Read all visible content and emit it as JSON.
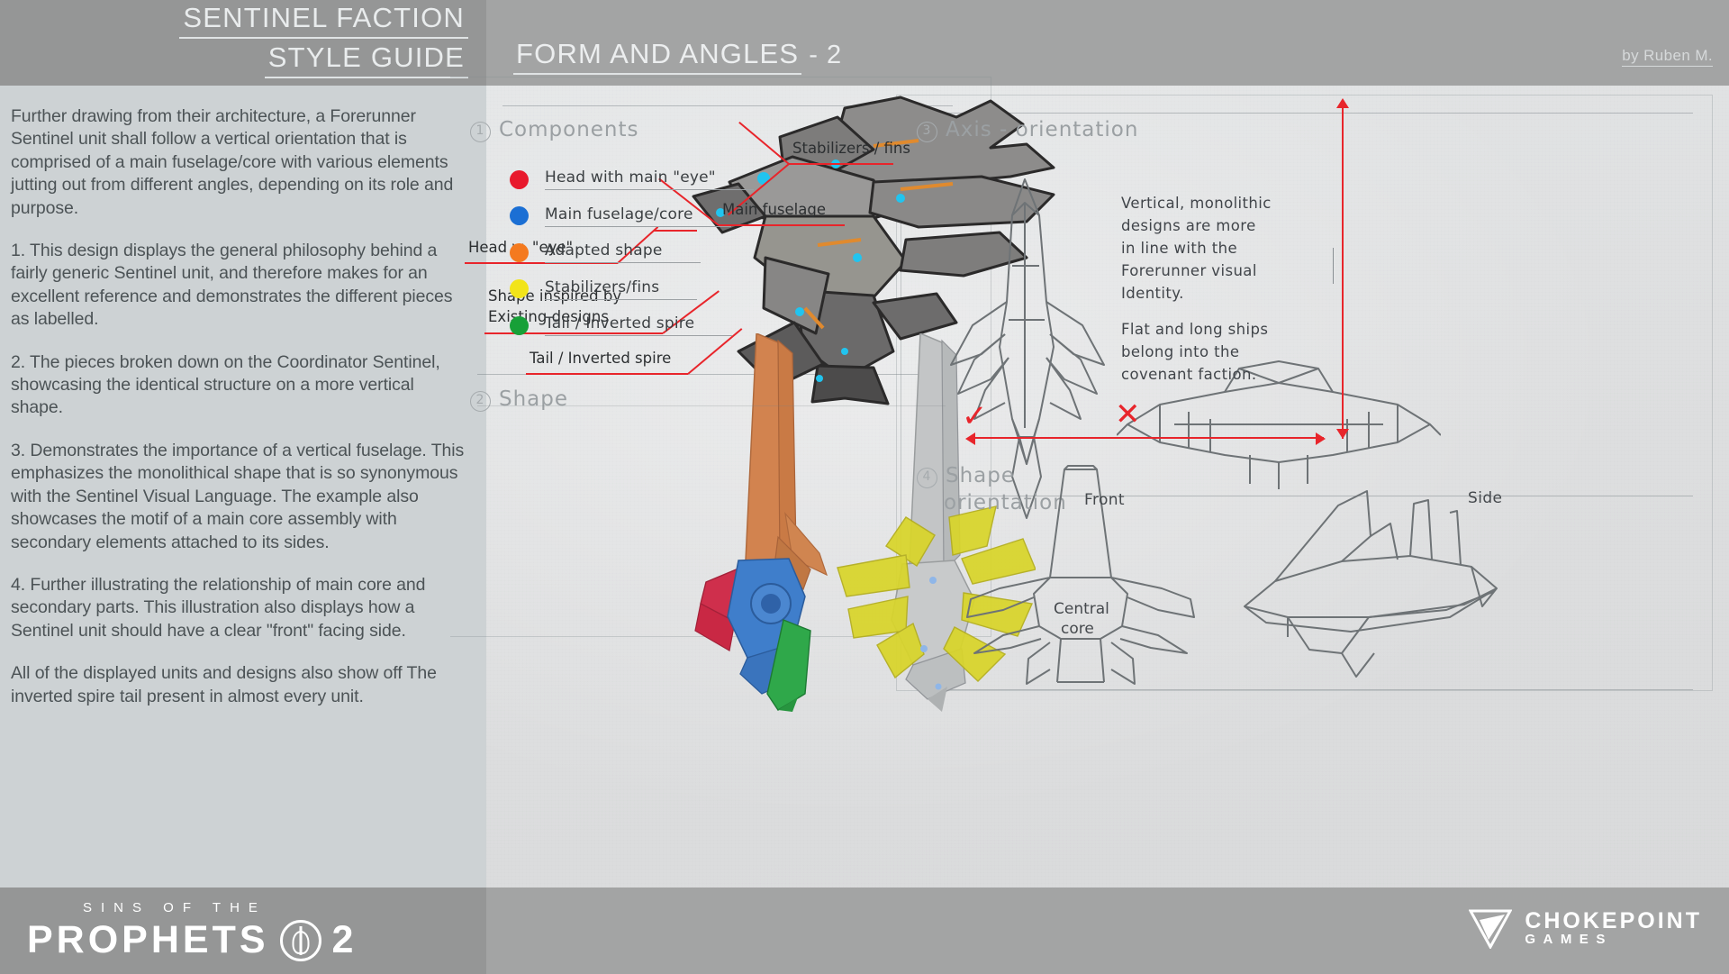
{
  "header": {
    "title_line1": "SENTINEL FACTION",
    "title_line2": "STYLE GUIDE",
    "subtitle": "FORM AND ANGLES",
    "subtitle_number": "- 2",
    "credit": "by Ruben M."
  },
  "sidebar": {
    "paragraphs": [
      "Further drawing from their architecture, a Forerunner Sentinel unit shall follow a vertical orientation that is comprised of a main fuselage/core with various elements jutting out from different angles, depending on its role and purpose.",
      "1. This design displays the general philosophy behind a fairly generic Sentinel unit, and therefore makes for an excellent reference and demonstrates the different pieces  as labelled.",
      "2. The pieces broken down on the Coordinator Sentinel, showcasing the identical structure on a more vertical shape.",
      "3. Demonstrates the importance of a vertical fuselage. This emphasizes the monolithical shape that is so synonymous with the Sentinel Visual Language. The example also showcases the motif of a main core assembly with secondary elements attached to its sides.",
      "4. Further illustrating the relationship of main core and secondary parts. This illustration also displays how a Sentinel unit should have a clear \"front\" facing side.",
      "All of the displayed units and designs also show off The inverted spire tail present in almost every unit."
    ]
  },
  "panels": {
    "components": {
      "number": "1",
      "title": "Components",
      "callouts": [
        {
          "label": "Head  w. \"eye\""
        },
        {
          "label": "Shape  inspired  by"
        },
        {
          "label": "Existing  designs"
        },
        {
          "label": "Stabilizers / fins"
        },
        {
          "label": "Main  fuselage"
        },
        {
          "label": "Tail / Inverted  spire"
        }
      ]
    },
    "shape": {
      "number": "2",
      "title": "Shape",
      "legend": [
        {
          "color": "#e8192c",
          "label": "Head  with main \"eye\"",
          "name": "head"
        },
        {
          "color": "#1b6fd4",
          "label": "Main  fuselage/core",
          "name": "fuselage"
        },
        {
          "color": "#f47a1f",
          "label": "Adapted  shape",
          "name": "adapted"
        },
        {
          "color": "#f2e41a",
          "label": "Stabilizers/fins",
          "name": "stabilizers"
        },
        {
          "color": "#17a038",
          "label": "Tail / Inverted  spire",
          "name": "tail"
        }
      ]
    },
    "axis": {
      "number": "3",
      "title": "Axis - orientation",
      "note_good": "Vertical, monolithic\ndesigns  are  more\nin line  with  the\nForerunner visual\nIdentity.",
      "note_bad": "Flat  and  long  ships\nbelong  into  the\ncovenant  faction.",
      "mark_good": "✓",
      "mark_bad": "✕"
    },
    "orientation": {
      "number": "4",
      "title_line1": "Shape",
      "title_line2": "orientation",
      "labels": {
        "front": "Front",
        "side": "Side",
        "core_line1": "Central",
        "core_line2": "core"
      }
    }
  },
  "footer": {
    "sins_of_the": "SINS OF THE",
    "prophets": "PROPHETS",
    "sequel_number": "2",
    "studio_name": "CHOKEPOINT",
    "studio_sub": "GAMES"
  }
}
